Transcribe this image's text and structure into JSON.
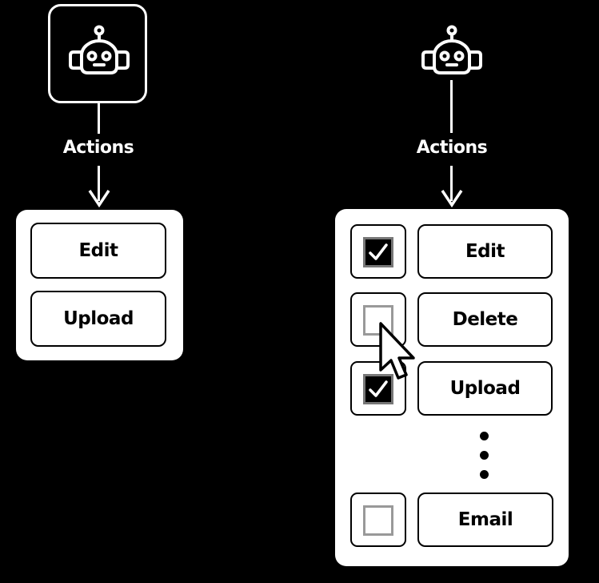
{
  "left": {
    "edge_label": "Actions",
    "actions": [
      {
        "label": "Edit"
      },
      {
        "label": "Upload"
      }
    ]
  },
  "right": {
    "edge_label": "Actions",
    "actions": [
      {
        "label": "Edit",
        "checked": true
      },
      {
        "label": "Delete",
        "checked": false
      },
      {
        "label": "Upload",
        "checked": true
      },
      {
        "label": "Email",
        "checked": false
      }
    ]
  },
  "icons": {
    "agent": "robot-icon",
    "pointer": "mouse-cursor-icon",
    "more": "vertical-ellipsis-icon",
    "check": "checkmark-icon"
  }
}
